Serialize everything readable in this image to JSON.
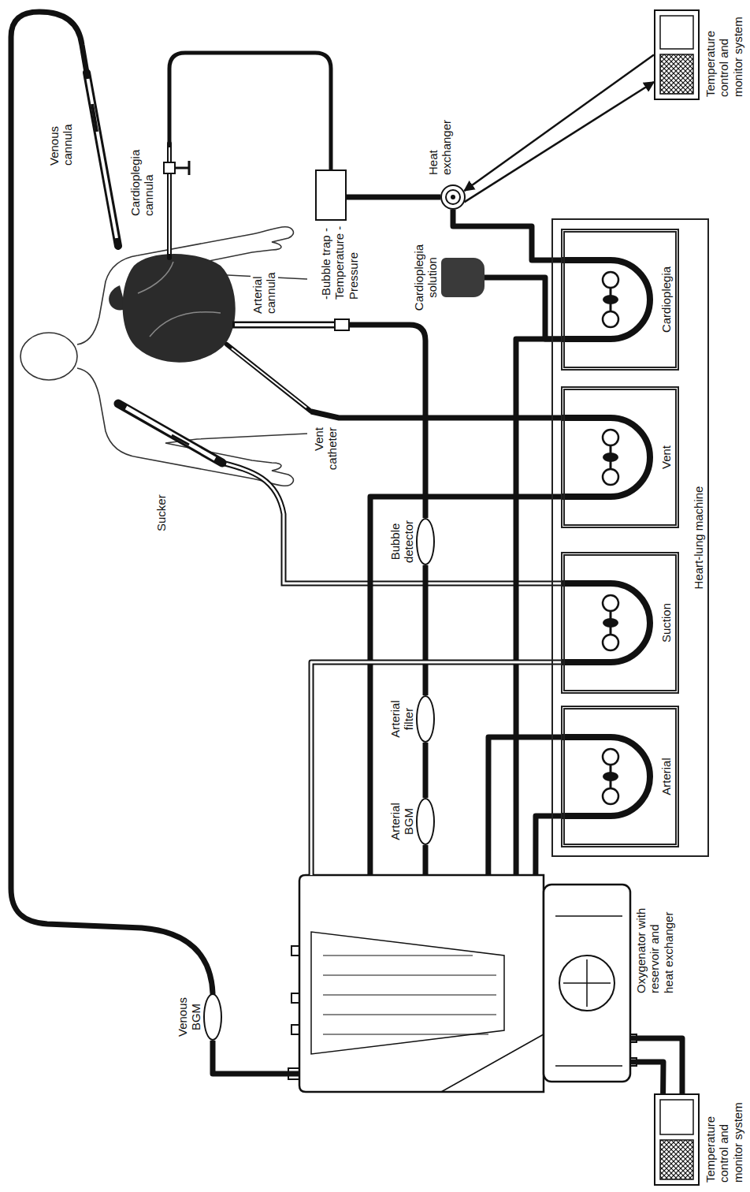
{
  "diagram": {
    "nodes": [
      {
        "text": [
          "Heart-lung machine"
        ]
      },
      {
        "text": [
          "Arterial"
        ],
        "in": 0
      },
      {
        "text": [
          "Suction"
        ],
        "in": 0
      },
      {
        "text": [
          "Vent"
        ],
        "in": 0
      },
      {
        "text": [
          "Cardioplegia"
        ],
        "in": 0
      },
      {
        "text": [
          "Oxygenator with reservoir and heat exchanger"
        ]
      },
      {
        "text": [
          "Temperature control and monitor system"
        ]
      },
      {
        "text": [
          "Venous BGM"
        ]
      },
      {
        "text": [
          "Arterial BGM"
        ]
      },
      {
        "text": [
          "Arterial filter"
        ]
      },
      {
        "text": [
          "Bubble detector"
        ]
      },
      {
        "text": [
          "Cardioplegia solution"
        ]
      },
      {
        "text": [
          "Heat exchanger"
        ]
      },
      {
        "text": [
          "-Bubble trap -Temperature -Pressure"
        ]
      },
      {
        "text": [
          "Temperature control and monitor system"
        ]
      }
    ],
    "edges": [
      {
        "from": 7,
        "to": 5,
        "arrow": "none"
      },
      {
        "from": 5,
        "to": 1,
        "arrow": "none"
      },
      {
        "from": 1,
        "to": 5,
        "arrow": "none"
      },
      {
        "from": 5,
        "to": 8,
        "arrow": "none"
      },
      {
        "from": 8,
        "to": 9,
        "arrow": "none"
      },
      {
        "from": 9,
        "to": 10,
        "arrow": "none"
      },
      {
        "from": 2,
        "to": 5,
        "arrow": "none"
      },
      {
        "from": 3,
        "to": 5,
        "arrow": "none"
      },
      {
        "from": 5,
        "to": 4,
        "arrow": "none"
      },
      {
        "from": 11,
        "to": 4,
        "arrow": "none"
      },
      {
        "from": 4,
        "to": 12,
        "arrow": "none"
      },
      {
        "from": 12,
        "to": 13,
        "arrow": "none"
      },
      {
        "from": 12,
        "to": 14,
        "arrow": "to"
      },
      {
        "from": 14,
        "to": 12,
        "arrow": "to"
      },
      {
        "from": 6,
        "to": 5,
        "arrow": "none"
      },
      {
        "from": 5,
        "to": 6,
        "arrow": "none"
      }
    ],
    "labels": [
      "Venous cannula",
      "Cardioplegia cannula",
      "Arterial cannula",
      "Vent catheter",
      "Sucker"
    ]
  }
}
